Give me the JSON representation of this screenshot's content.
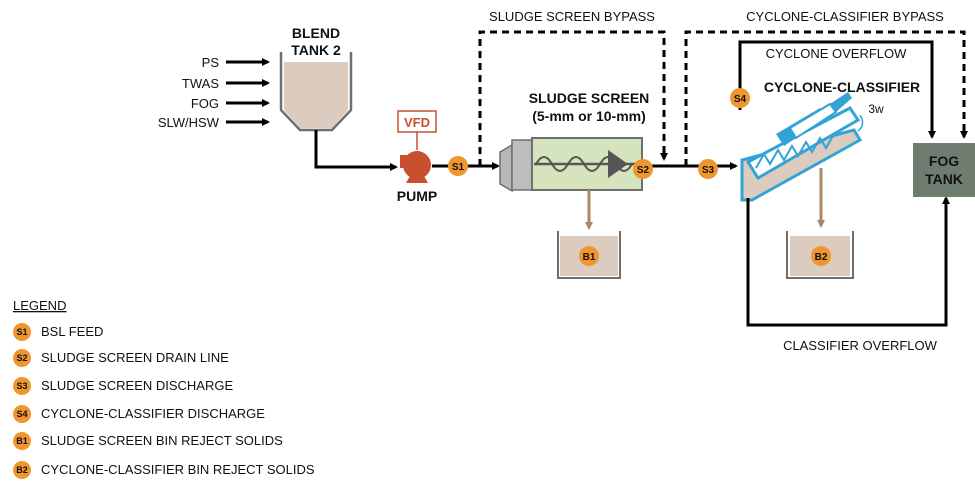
{
  "diagram": {
    "blend_tank_label": [
      "BLEND",
      "TANK 2"
    ],
    "inputs": [
      "PS",
      "TWAS",
      "FOG",
      "SLW/HSW"
    ],
    "vfd_label": "VFD",
    "pump_label": "PUMP",
    "sludge_screen_label": [
      "SLUDGE SCREEN",
      "(5-mm or 10-mm)"
    ],
    "sludge_screen_bypass": "SLUDGE SCREEN BYPASS",
    "cyclone_bypass": "CYCLONE-CLASSIFIER BYPASS",
    "cyclone_overflow": "CYCLONE OVERFLOW",
    "cyclone_label": "CYCLONE-CLASSIFIER",
    "cyclone_tag": "3w",
    "fog_tank_label": [
      "FOG",
      "TANK"
    ],
    "classifier_overflow": "CLASSIFIER OVERFLOW",
    "markers": {
      "s1": "S1",
      "s2": "S2",
      "s3": "S3",
      "s4": "S4",
      "b1": "B1",
      "b2": "B2"
    }
  },
  "legend": {
    "title": "LEGEND",
    "items": [
      {
        "code": "S1",
        "label": "BSL FEED"
      },
      {
        "code": "S2",
        "label": "SLUDGE SCREEN DRAIN LINE"
      },
      {
        "code": "S3",
        "label": "SLUDGE SCREEN DISCHARGE"
      },
      {
        "code": "S4",
        "label": "CYCLONE-CLASSIFIER DISCHARGE"
      },
      {
        "code": "B1",
        "label": "SLUDGE SCREEN BIN REJECT SOLIDS"
      },
      {
        "code": "B2",
        "label": "CYCLONE-CLASSIFIER BIN REJECT SOLIDS"
      }
    ]
  },
  "colors": {
    "marker_orange": "#F0962E",
    "pump_red": "#C8502E",
    "vfd_red": "#C8502E",
    "tank_fill": "#DCCBBF",
    "screen_green": "#D6E4BE",
    "cyclone_blue": "#33A3D6",
    "fog_tank_gray": "#6F7C70",
    "solids_arrow": "#A8876A"
  }
}
